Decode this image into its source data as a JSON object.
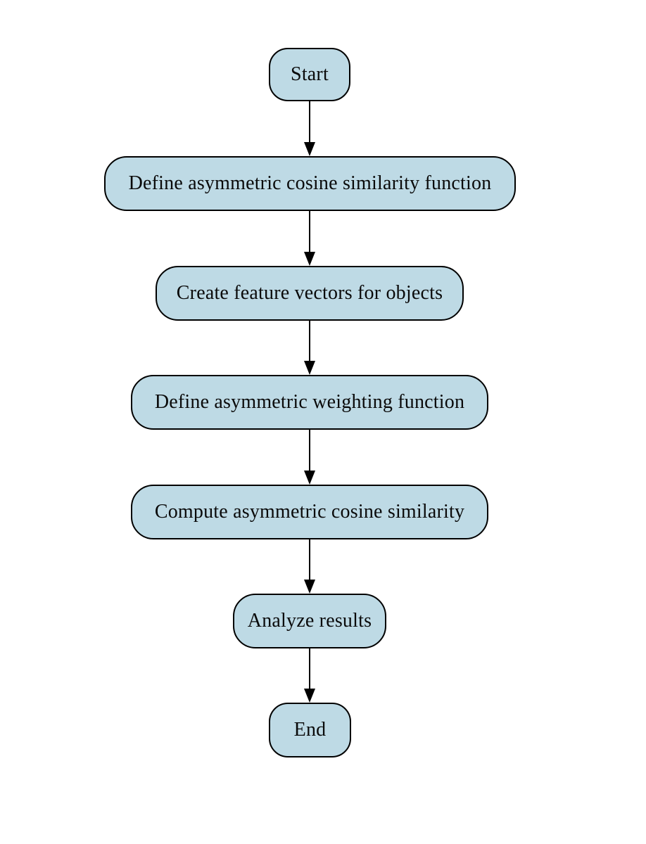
{
  "diagram": {
    "type": "flowchart",
    "background_color": "#ffffff",
    "node_fill_color": "#bedae5",
    "node_border_color": "#000000",
    "arrow_color": "#000000",
    "nodes": [
      {
        "id": "start",
        "shape": "rounded-rect",
        "label": "Start"
      },
      {
        "id": "define-similarity",
        "shape": "rounded-rect",
        "label": "Define asymmetric cosine similarity function"
      },
      {
        "id": "create-vectors",
        "shape": "rounded-rect",
        "label": "Create feature vectors for objects"
      },
      {
        "id": "define-weighting",
        "shape": "rounded-rect",
        "label": "Define asymmetric weighting function"
      },
      {
        "id": "compute-similarity",
        "shape": "rounded-rect",
        "label": "Compute asymmetric cosine similarity"
      },
      {
        "id": "analyze-results",
        "shape": "rounded-rect",
        "label": "Analyze results"
      },
      {
        "id": "end",
        "shape": "rounded-rect",
        "label": "End"
      }
    ],
    "edges": [
      {
        "from": "start",
        "to": "define-similarity",
        "style": "arrow-down"
      },
      {
        "from": "define-similarity",
        "to": "create-vectors",
        "style": "arrow-down"
      },
      {
        "from": "create-vectors",
        "to": "define-weighting",
        "style": "arrow-down"
      },
      {
        "from": "define-weighting",
        "to": "compute-similarity",
        "style": "arrow-down"
      },
      {
        "from": "compute-similarity",
        "to": "analyze-results",
        "style": "arrow-down"
      },
      {
        "from": "analyze-results",
        "to": "end",
        "style": "arrow-down"
      }
    ]
  }
}
